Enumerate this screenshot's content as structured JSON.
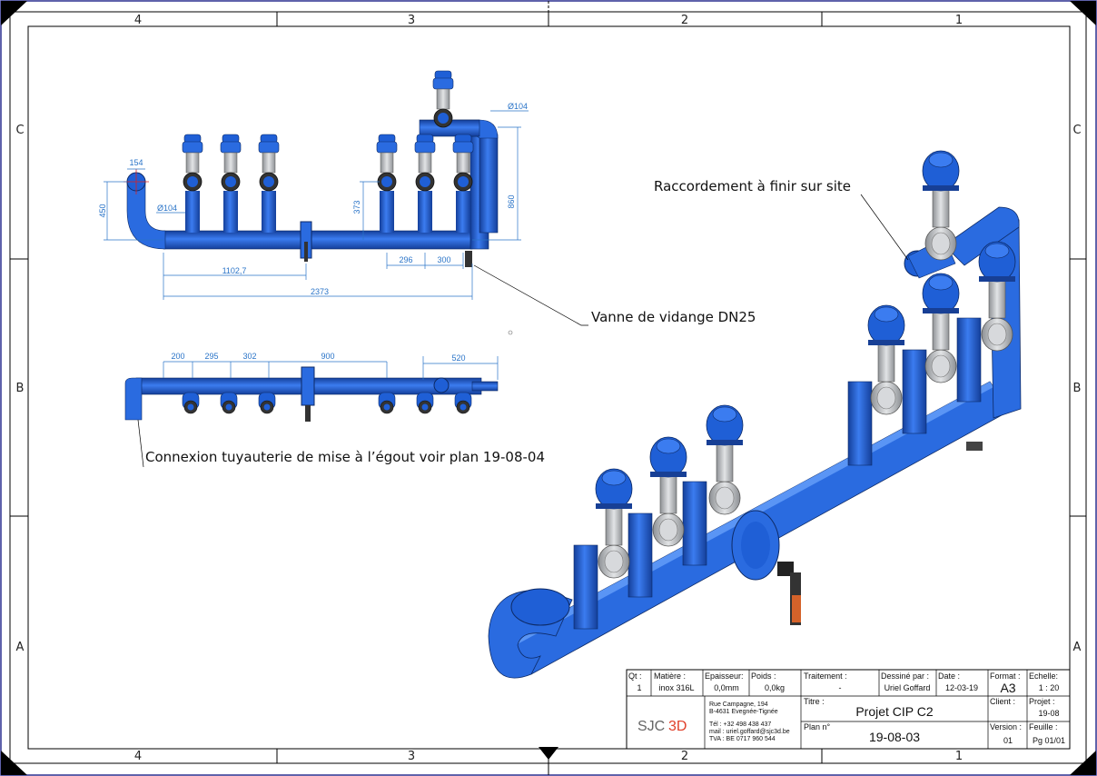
{
  "zones": {
    "columns": [
      "4",
      "3",
      "2",
      "1"
    ],
    "rows": [
      "C",
      "B",
      "A"
    ]
  },
  "dimensions": {
    "front": {
      "d_154": "154",
      "d_450": "450",
      "d_o104_left": "Ø104",
      "d_o104_right": "Ø104",
      "d_373": "373",
      "d_860": "860",
      "d_1102": "1102,7",
      "d_2373": "2373",
      "d_296": "296",
      "d_300": "300"
    },
    "top": {
      "d_200": "200",
      "d_295": "295",
      "d_302": "302",
      "d_900": "900",
      "d_520": "520"
    }
  },
  "notes": {
    "raccordement": "Raccordement à finir sur site",
    "vanne": "Vanne de vidange DN25",
    "connexion": "Connexion tuyauterie de mise à l’égout voir plan 19-08-04"
  },
  "title_block": {
    "qt_label": "Qt :",
    "qt_value": "1",
    "matiere_label": "Matière :",
    "matiere_value": "inox 316L",
    "epaisseur_label": "Epaisseur:",
    "epaisseur_value": "0,0mm",
    "poids_label": "Poids :",
    "poids_value": "0,0kg",
    "traitement_label": "Traitement :",
    "traitement_value": "-",
    "dessine_label": "Dessiné par :",
    "dessine_value": "Uriel Goffard",
    "date_label": "Date :",
    "date_value": "12-03-19",
    "format_label": "Format :",
    "format_value": "A3",
    "echelle_label": "Echelle:",
    "echelle_value": "1 : 20",
    "company_address_1": "Rue Campagne, 194",
    "company_address_2": "B-4631 Evegnée-Tignée",
    "company_tel": "Tél : +32 498 438 437",
    "company_mail": "mail : uriel.goffard@sjc3d.be",
    "company_tva": "TVA : BE 0717 960 544",
    "logo_text_1": "SJC",
    "logo_text_2": "3D",
    "titre_label": "Titre :",
    "titre_value": "Projet CIP C2",
    "client_label": "Client :",
    "client_value": "",
    "projet_label": "Projet :",
    "projet_value": "19-08",
    "plan_label": "Plan n°",
    "plan_value": "19-08-03",
    "version_label": "Version :",
    "version_value": "01",
    "feuille_label": "Feuille :",
    "feuille_value": "Pg 01/01"
  },
  "colors": {
    "pipe": "#1f5fd6",
    "pipe_dark": "#143f9a",
    "dimension": "#2a74c8",
    "steel": "#b9bcc0"
  }
}
